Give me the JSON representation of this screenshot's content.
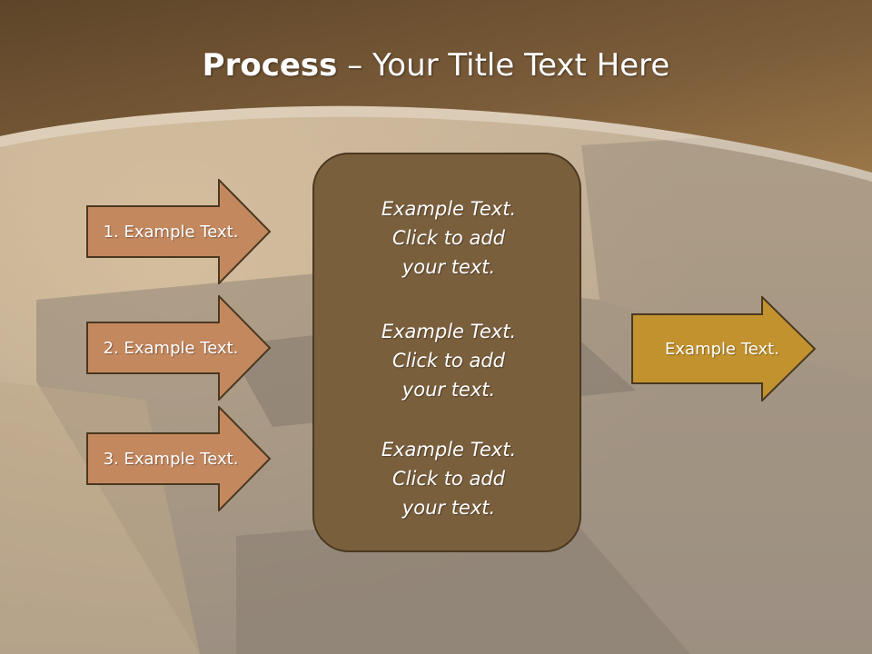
{
  "slide": {
    "title_bold": "Process",
    "title_dash": " – ",
    "title_rest": "Your Title Text Here"
  },
  "left_arrows": [
    {
      "label": "1. Example Text."
    },
    {
      "label": "2. Example Text."
    },
    {
      "label": "3. Example Text."
    }
  ],
  "center_box": {
    "blocks": [
      {
        "line1": "Example Text.",
        "line2": "Click  to add",
        "line3": "your text."
      },
      {
        "line1": "Example Text.",
        "line2": "Click  to add",
        "line3": "your text."
      },
      {
        "line1": "Example Text.",
        "line2": "Click  to add",
        "line3": "your text."
      }
    ]
  },
  "right_arrow": {
    "label": "Example Text."
  },
  "colors": {
    "header_brown": "#6b5132",
    "left_arrow_fill": "#c4885f",
    "center_box_fill": "#7a5f3d",
    "right_arrow_fill": "#c2922e",
    "outline": "#4a3820"
  }
}
